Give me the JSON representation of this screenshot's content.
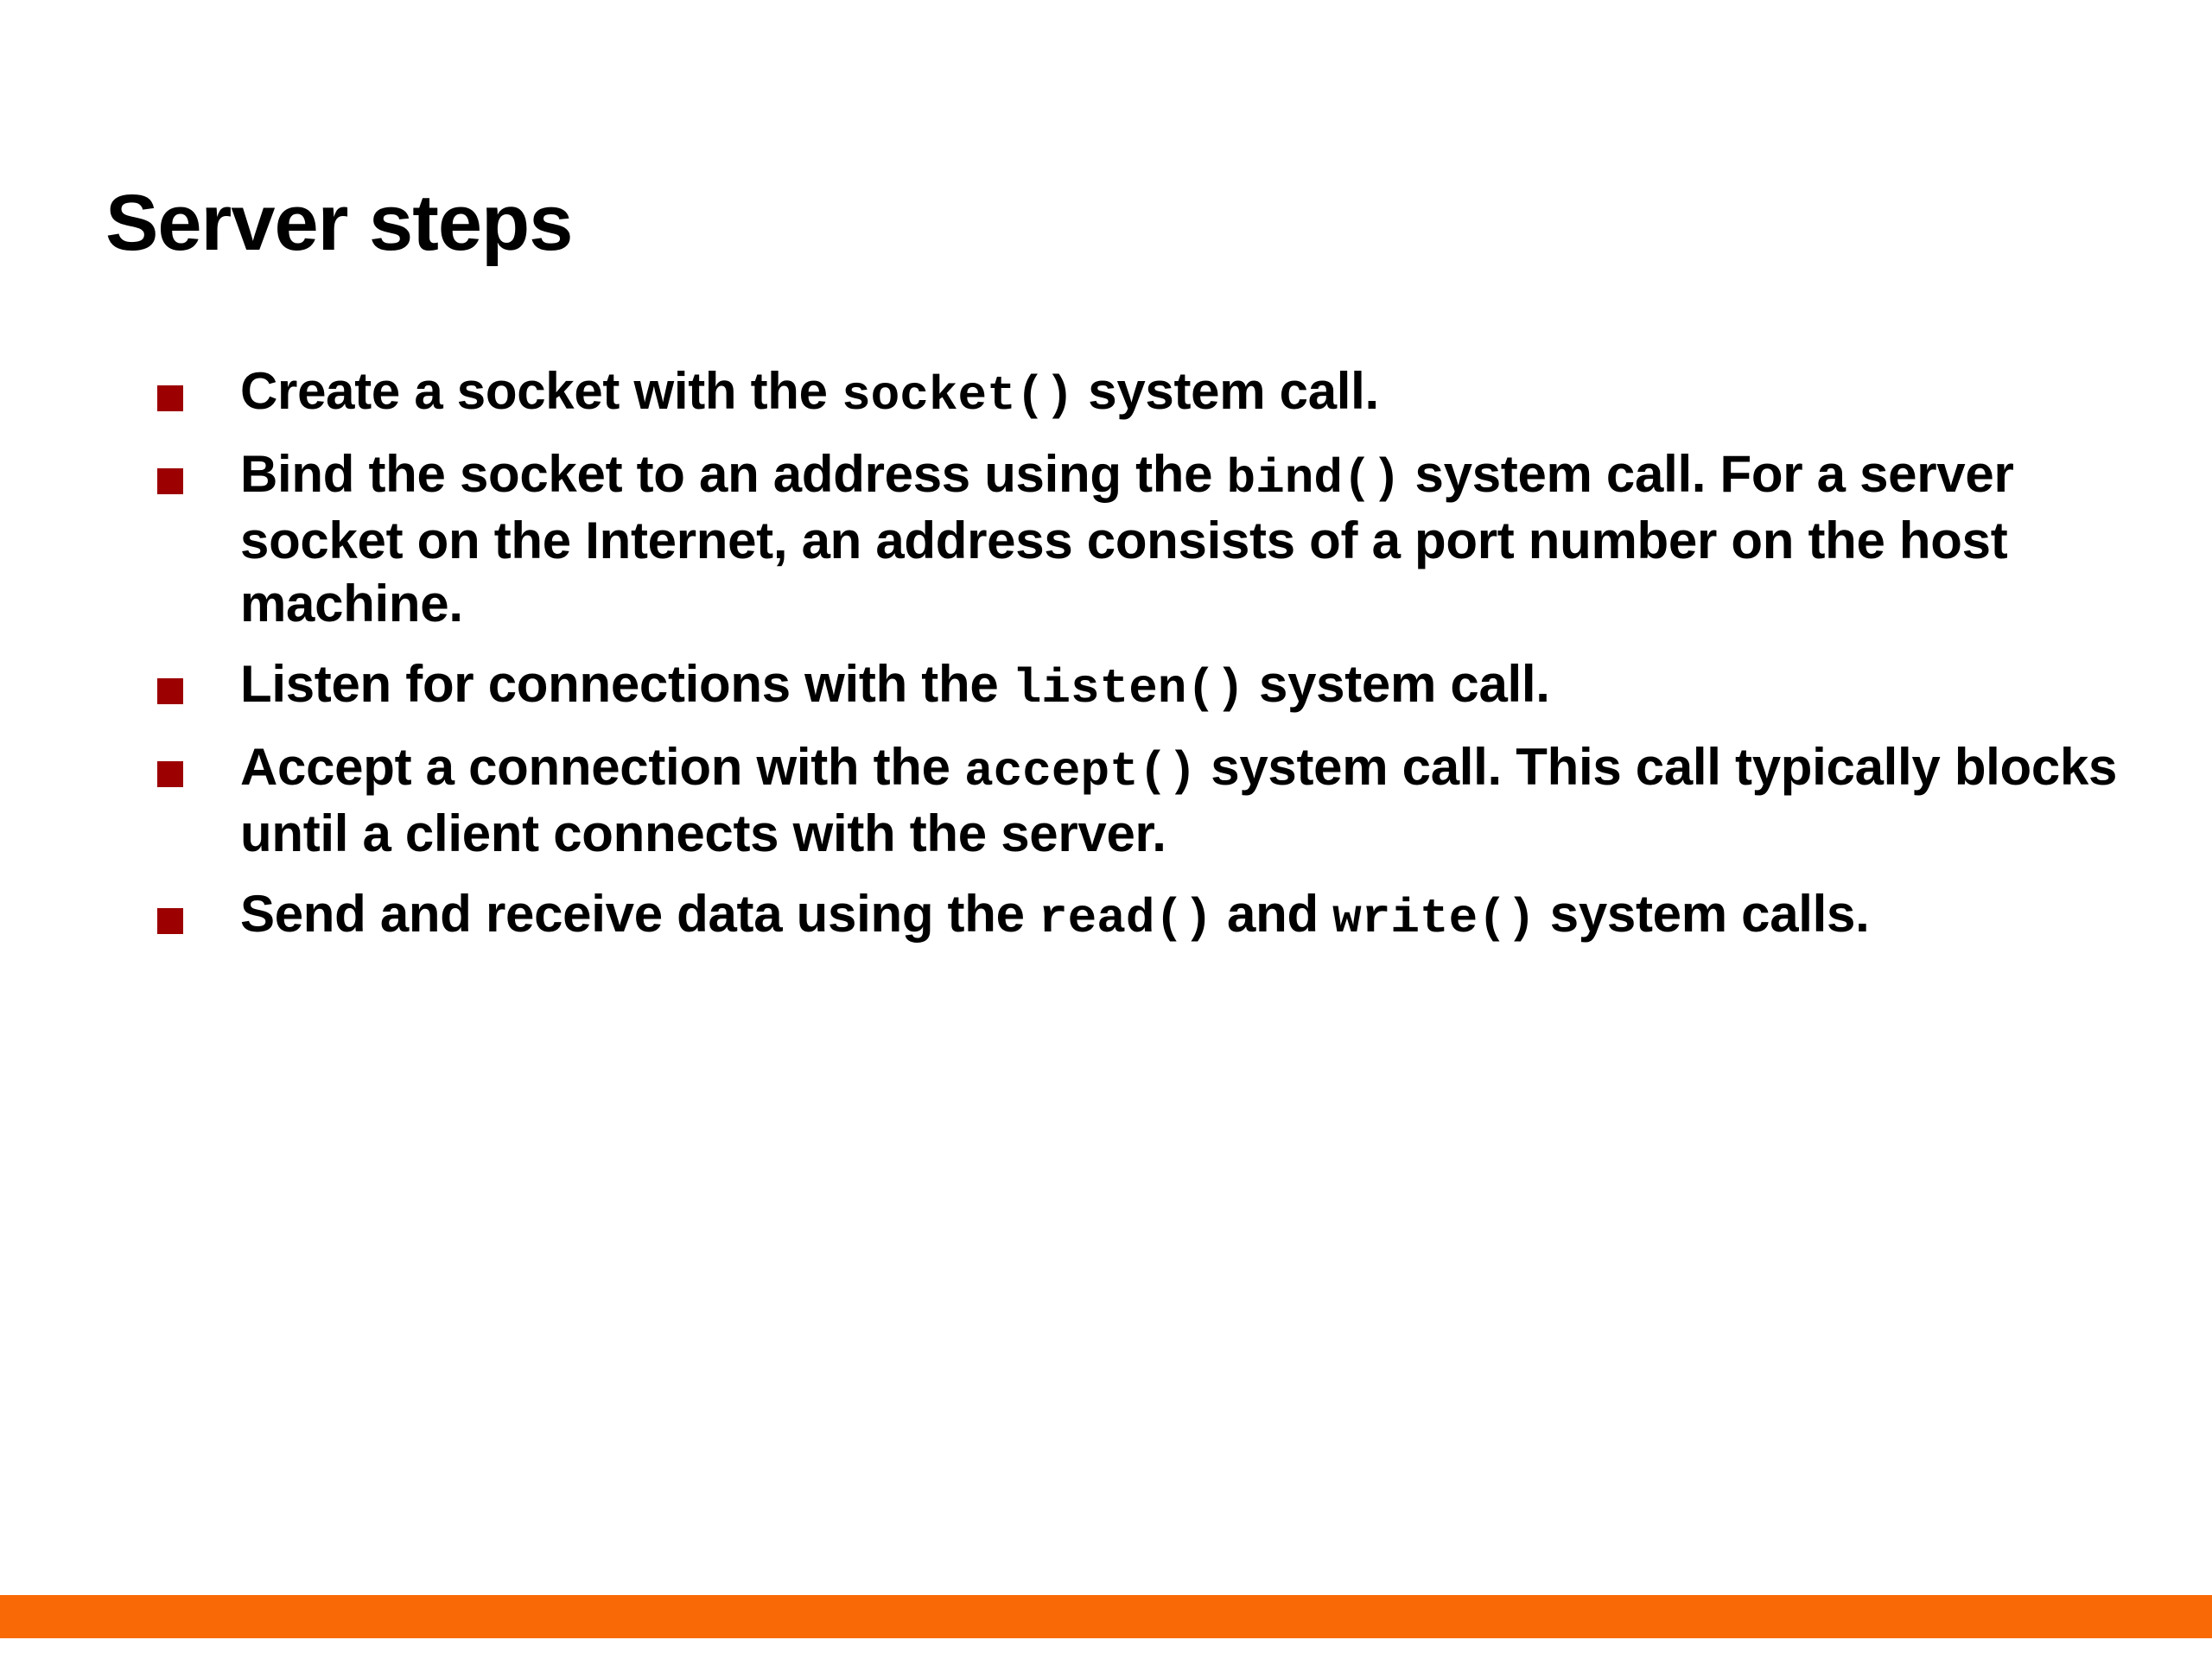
{
  "slide": {
    "title": "Server steps",
    "background_color": "#ffffff",
    "bullet_marker_color": "#9c0000",
    "footer_bar_color": "#f96a07",
    "text_color": "#000000",
    "bullets": [
      {
        "id": "create-socket",
        "segments": [
          {
            "type": "text",
            "value": "Create a socket with the "
          },
          {
            "type": "code",
            "value": "socket()"
          },
          {
            "type": "text",
            "value": " system call."
          }
        ],
        "plain": "Create a socket with the socket() system call."
      },
      {
        "id": "bind-socket",
        "segments": [
          {
            "type": "text",
            "value": "Bind the socket to an address using the "
          },
          {
            "type": "code",
            "value": "bind()"
          },
          {
            "type": "text",
            "value": " system call. For a server socket on the Internet, an address consists of a port number on the host machine."
          }
        ],
        "plain": "Bind the socket to an address using the bind() system call. For a server socket on the Internet, an address consists of a port number on the host machine."
      },
      {
        "id": "listen-connections",
        "segments": [
          {
            "type": "text",
            "value": "Listen for connections with the "
          },
          {
            "type": "code",
            "value": "listen()"
          },
          {
            "type": "text",
            "value": " system call."
          }
        ],
        "plain": "Listen for connections with the listen() system call."
      },
      {
        "id": "accept-connection",
        "segments": [
          {
            "type": "text",
            "value": "Accept a connection with the "
          },
          {
            "type": "code",
            "value": "accept()"
          },
          {
            "type": "text",
            "value": " system call. This call typically blocks until a client connects with the server."
          }
        ],
        "plain": "Accept a connection with the accept() system call. This call typically blocks until a client connects with the server."
      },
      {
        "id": "send-receive-data",
        "segments": [
          {
            "type": "text",
            "value": "Send and receive data using the "
          },
          {
            "type": "code",
            "value": "read()"
          },
          {
            "type": "text",
            "value": " and "
          },
          {
            "type": "code",
            "value": "write()"
          },
          {
            "type": "text",
            "value": " system calls."
          }
        ],
        "plain": "Send and receive data using the read() and write() system calls."
      }
    ]
  }
}
